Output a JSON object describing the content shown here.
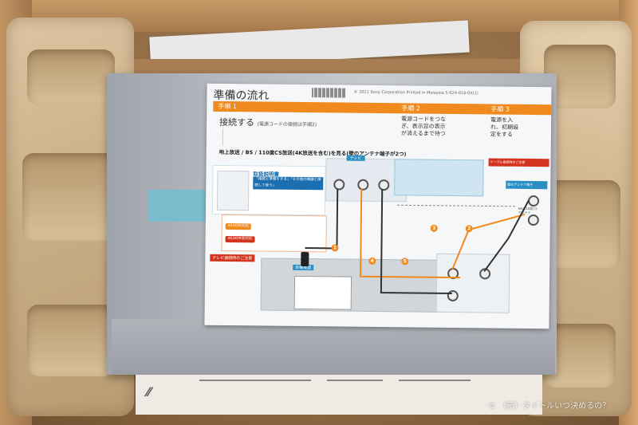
{
  "card": {
    "title": "準備の流れ",
    "legal": "© 2021 Sony Corporation   Printed in Malaysia   5-024-016-0X(1)",
    "step1": "手順 1",
    "step2": "手順 2",
    "step3": "手順 3",
    "connect_heading": "接続する",
    "connect_note": "(電源コードの接続は手順2)",
    "dark_line": "地上放送 / BS / 110度CS放送(4K放送を含む)を見る(壁のアンテナ端子が2つ)",
    "step2_text": "電源コードをつなぎ、表示窓の表示が消えるまで待つ",
    "step3_text": "電源を入れ、初期設定をする",
    "manual_title": "取扱説明書",
    "manual_badge": "「接続と準備をする」「その他の機器と接続して使う」",
    "tv_label": "テレビ",
    "device_label": "本機後面",
    "cable_banner": "ケーブル接続時のご注意",
    "wall_banner": "壁のアンテナ端子",
    "sat_label": "BS/110度CSアンテナ",
    "tag_4k_hdr": "4K/HDR対応",
    "tag_4k_other": "4K/HDR非対応",
    "red_note": "テレビ接続時のご注意",
    "bullets": [
      "1",
      "2",
      "3",
      "4",
      "5"
    ]
  },
  "watermark": "© （新）タイトルいつ決めるの？"
}
